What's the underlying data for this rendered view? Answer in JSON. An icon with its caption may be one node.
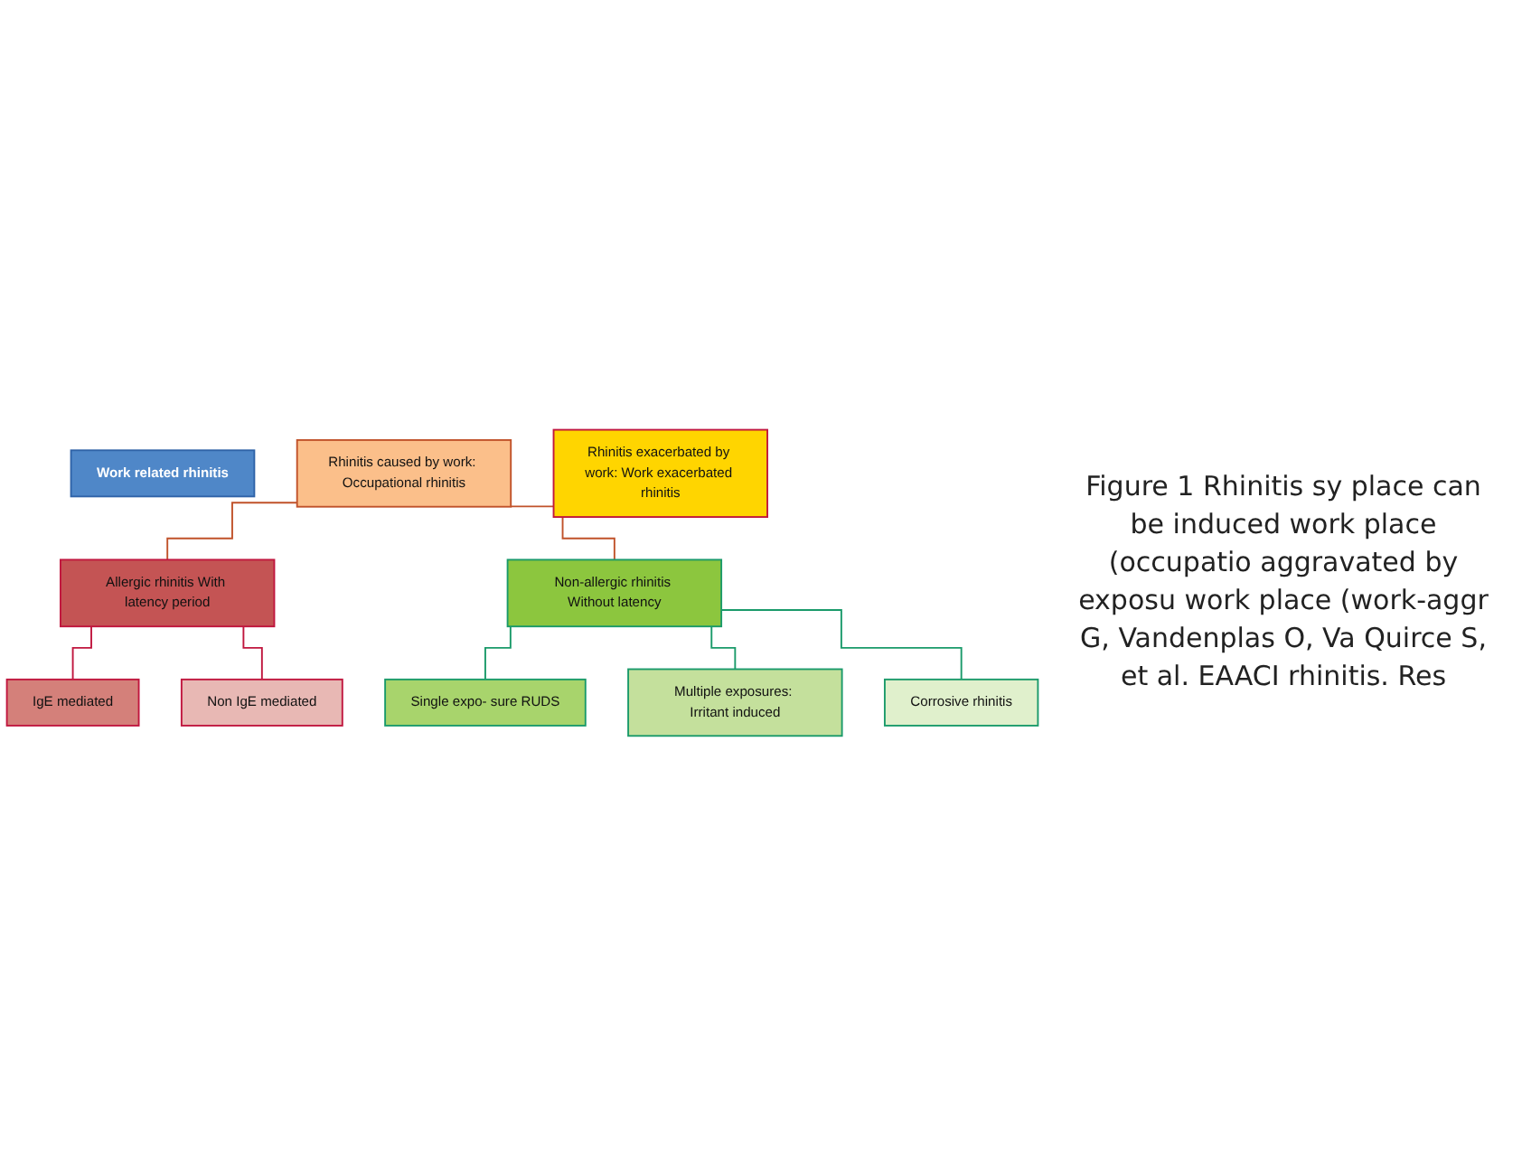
{
  "diagram": {
    "caption": "Figure 1 Rhinitis sy place can be induced work place (occupatio aggravated by exposu work place (work-aggr G, Vandenplas O, Va Quirce S, et al. EAACI rhinitis. Res",
    "nodes": [
      {
        "text": [
          "Work related rhinitis"
        ]
      },
      {
        "text": [
          "Rhinitis caused by work: Occupational rhinitis"
        ]
      },
      {
        "text": [
          "Rhinitis exacerbated by work: Work exacerbated rhinitis"
        ]
      },
      {
        "text": [
          "Allergic rhinitis With latency period"
        ]
      },
      {
        "text": [
          "Non-allergic rhinitis Without latency"
        ]
      },
      {
        "text": [
          "IgE mediated"
        ]
      },
      {
        "text": [
          "Non IgE mediated"
        ]
      },
      {
        "text": [
          "Single expo- sure RUDS"
        ]
      },
      {
        "text": [
          "Multiple exposures: Irritant induced"
        ]
      },
      {
        "text": [
          "Corrosive rhinitis"
        ]
      }
    ],
    "edges": [
      {
        "from": 1,
        "to": 3,
        "arrow": "none",
        "color": "#c0522a"
      },
      {
        "from": 1,
        "to": 4,
        "arrow": "none",
        "color": "#c0522a"
      },
      {
        "from": 3,
        "to": 5,
        "arrow": "none",
        "color": "#c0163e"
      },
      {
        "from": 3,
        "to": 6,
        "arrow": "none",
        "color": "#c0163e"
      },
      {
        "from": 4,
        "to": 7,
        "arrow": "none"
      },
      {
        "from": 4,
        "to": 8,
        "arrow": "none"
      },
      {
        "from": 4,
        "to": 9,
        "arrow": "none"
      }
    ]
  }
}
